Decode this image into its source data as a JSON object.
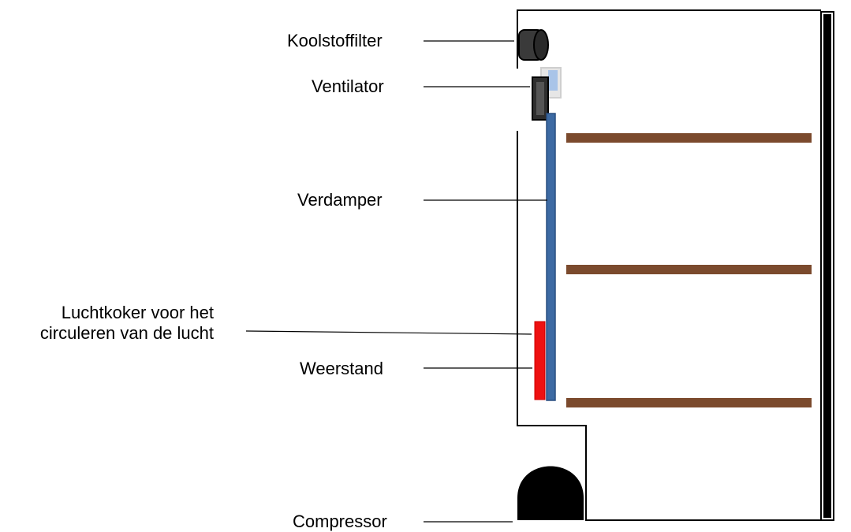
{
  "labels": {
    "koolstoffilter": "Koolstoffilter",
    "ventilator": "Ventilator",
    "verdamper": "Verdamper",
    "luchtkoker_line1": "Luchtkoker voor het",
    "luchtkoker_line2": "circuleren van de lucht",
    "weerstand": "Weerstand",
    "compressor": "Compressor"
  },
  "colors": {
    "outline": "#000000",
    "filter": "#3a3a3a",
    "fan_body": "#2e2e2e",
    "fan_frame": "#cfcfcf",
    "fan_blade": "#a9c4e8",
    "evaporator": "#3d6aa3",
    "heater": "#ee1111",
    "shelf": "#7b4a2d",
    "compressor": "#000000"
  }
}
